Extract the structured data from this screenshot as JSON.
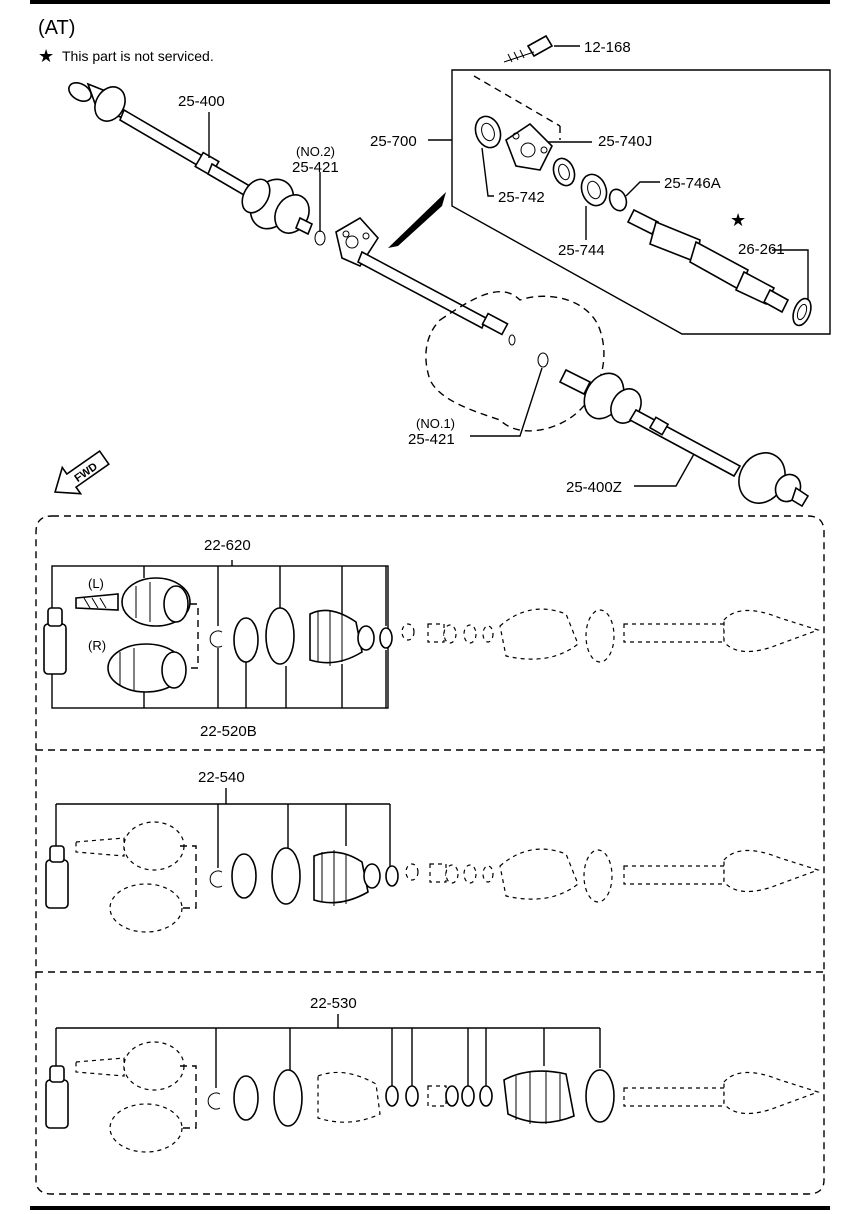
{
  "header": {
    "title": "(AT)",
    "note": "This part is not serviced."
  },
  "labels": {
    "p12_168": "12-168",
    "p25_400": "25-400",
    "p25_421_no2_qual": "(NO.2)",
    "p25_421_no2": "25-421",
    "p25_700": "25-700",
    "p25_740j": "25-740J",
    "p25_742": "25-742",
    "p25_744": "25-744",
    "p25_746a": "25-746A",
    "p26_261": "26-261",
    "p25_421_no1_qual": "(NO.1)",
    "p25_421_no1": "25-421",
    "p25_400z": "25-400Z",
    "fwd": "FWD"
  },
  "kits": [
    {
      "id": "22-620",
      "label": "22-620",
      "bottom_label": "22-520B",
      "side_l": "(L)",
      "side_r": "(R)"
    },
    {
      "id": "22-540",
      "label": "22-540"
    },
    {
      "id": "22-530",
      "label": "22-530"
    }
  ]
}
